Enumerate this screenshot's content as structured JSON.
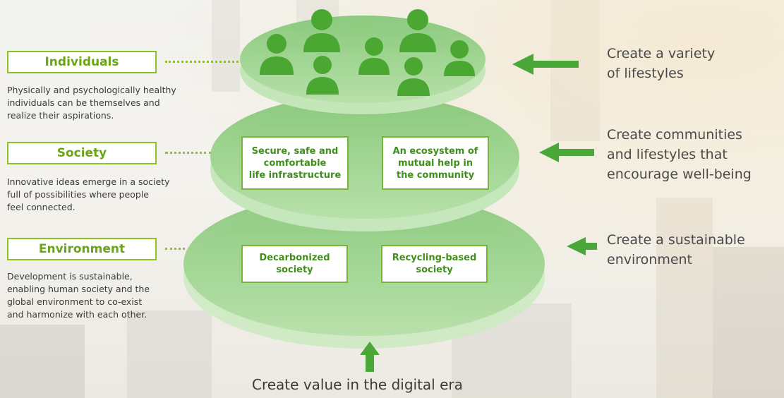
{
  "categories": [
    {
      "label": "Individuals",
      "description": [
        "Physically and psychologically healthy",
        "individuals can be themselves and",
        "realize their aspirations."
      ]
    },
    {
      "label": "Society",
      "description": [
        "Innovative ideas emerge in a society",
        "full of possibilities where people",
        "feel connected."
      ]
    },
    {
      "label": "Environment",
      "description": [
        "Development is sustainable,",
        "enabling human society and the",
        "global environment to co-exist",
        "and harmonize with each other."
      ]
    }
  ],
  "layers": {
    "society_boxes": [
      {
        "lines": [
          "Secure, safe and",
          "comfortable",
          "life infrastructure"
        ]
      },
      {
        "lines": [
          "An ecosystem of",
          "mutual help in",
          "the community"
        ]
      }
    ],
    "environment_boxes": [
      {
        "lines": [
          "Decarbonized",
          "society"
        ]
      },
      {
        "lines": [
          "Recycling-based",
          "society"
        ]
      }
    ]
  },
  "right_labels": [
    {
      "lines": [
        "Create a variety",
        "of lifestyles"
      ]
    },
    {
      "lines": [
        "Create communities",
        "and lifestyles that",
        "encourage well-being"
      ]
    },
    {
      "lines": [
        "Create a sustainable",
        "environment"
      ]
    }
  ],
  "bottom_label": "Create value in the digital era",
  "colors": {
    "accent": "#8dc21f",
    "disc": "#a8d99a",
    "arrow": "#4aa839",
    "person": "#4aa832"
  },
  "icons": [
    "person-icon",
    "arrow-left-icon",
    "arrow-up-icon"
  ]
}
